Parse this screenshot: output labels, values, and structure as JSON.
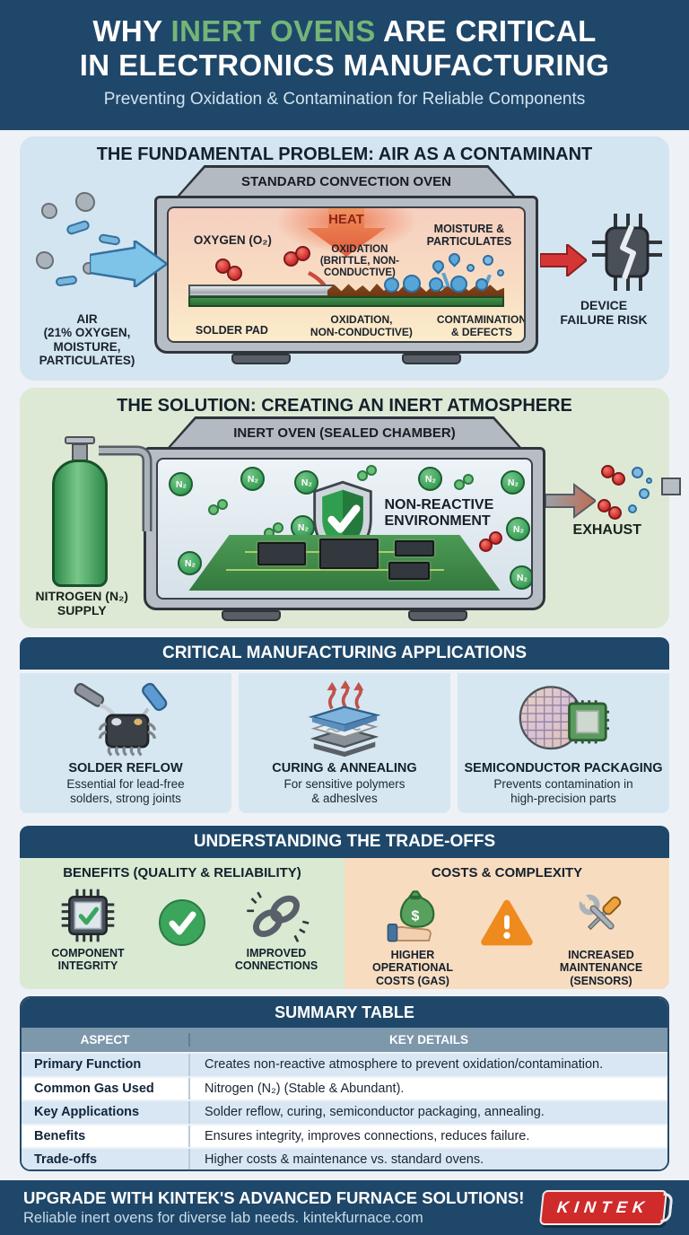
{
  "header": {
    "title_prefix": "WHY ",
    "title_highlight": "INERT OVENS",
    "title_suffix": " ARE CRITICAL",
    "title_line2": "IN ELECTRONICS MANUFACTURING",
    "subtitle": "Preventing Oxidation & Contamination for Reliable Components"
  },
  "problem": {
    "title": "THE FUNDAMENTAL PROBLEM: AIR AS A CONTAMINANT",
    "oven_label": "STANDARD CONVECTION OVEN",
    "heat": "HEAT",
    "oxygen": "OXYGEN (O₂)",
    "oxidation_top": "OXIDATION\n(BRITTLE, NON-\nCONDUCTIVE)",
    "moisture": "MOISTURE &\nPARTICULATES",
    "solder_pad": "SOLDER PAD",
    "oxidation_bottom": "OXIDATION,\nNON-CONDUCTIVE)",
    "contamination": "CONTAMINATION\n& DEFECTS",
    "air": "AIR\n(21% OXYGEN,\nMOISTURE,\nPARTICULATES)",
    "failure": "DEVICE\nFAILURE RISK"
  },
  "solution": {
    "title": "THE SOLUTION: CREATING AN INERT ATMOSPHERE",
    "oven_label": "INERT OVEN (SEALED CHAMBER)",
    "nitrogen": "NITROGEN (N₂)\nSUPPLY",
    "environment": "NON-REACTIVE\nENVIRONMENT",
    "exhaust": "EXHAUST",
    "n2": "N₂"
  },
  "applications": {
    "title": "CRITICAL MANUFACTURING APPLICATIONS",
    "items": [
      {
        "name": "SOLDER REFLOW",
        "desc": "Essential for lead-free\nsolders, strong joints"
      },
      {
        "name": "CURING & ANNEALING",
        "desc": "For sensitive polymers\n& adheslves"
      },
      {
        "name": "SEMICONDUCTOR PACKAGING",
        "desc": "Prevents contamination in\nhigh-precision parts"
      }
    ]
  },
  "tradeoffs": {
    "title": "UNDERSTANDING THE TRADE-OFFS",
    "benefits_title": "BENEFITS (QUALITY & RELIABILITY)",
    "benefit_1": "COMPONENT\nINTEGRITY",
    "benefit_2": "IMPROVED\nCONNECTIONS",
    "costs_title": "COSTS & COMPLEXITY",
    "cost_1": "HIGHER\nOPERATIONAL\nCOSTS (GAS)",
    "cost_2": "INCREASED\nMAINTENANCE\n(SENSORS)"
  },
  "summary": {
    "title": "SUMMARY TABLE",
    "col_aspect": "ASPECT",
    "col_details": "KEY DETAILS",
    "rows": [
      {
        "aspect": "Primary Function",
        "detail": "Creates non-reactive atmosphere to prevent oxidation/contamination."
      },
      {
        "aspect": "Common Gas Used",
        "detail": "Nitrogen (N₂) (Stable & Abundant)."
      },
      {
        "aspect": "Key Applications",
        "detail": "Solder reflow, curing, semiconductor packaging, annealing."
      },
      {
        "aspect": "Benefits",
        "detail": "Ensures integrity, improves connections, reduces failure."
      },
      {
        "aspect": "Trade-offs",
        "detail": "Higher costs & maintenance vs. standard ovens."
      }
    ]
  },
  "footer": {
    "headline": "UPGRADE WITH KINTEK'S ADVANCED FURNACE SOLUTIONS!",
    "tagline": "Reliable inert ovens for diverse lab needs. kintekfurnace.com",
    "logo": "KINTEK"
  },
  "colors": {
    "navy": "#1f4769",
    "accent_green": "#74b578",
    "panel_blue": "#d3e5f1",
    "panel_green": "#dde9d5",
    "benefits_green": "#d9e9d2",
    "costs_peach": "#f8dcc0",
    "logo_red": "#cf2b2b",
    "table_stripe": "#d8e7f3"
  }
}
